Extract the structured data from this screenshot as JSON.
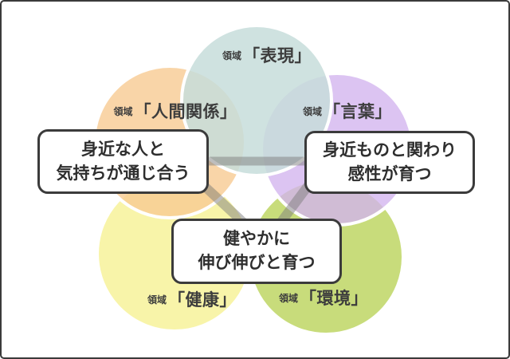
{
  "frame": {
    "border_color": "#3a3a3a",
    "background": "#ffffff"
  },
  "domains": [
    {
      "id": "hyogen",
      "prefix": "領域",
      "name": "「表現」",
      "color": "#c7dddb"
    },
    {
      "id": "ningen-kankei",
      "prefix": "領域",
      "name": "「人間関係」",
      "color": "#f8cb92"
    },
    {
      "id": "kotoba",
      "prefix": "領域",
      "name": "「言葉」",
      "color": "#d2b4ee"
    },
    {
      "id": "kenko",
      "prefix": "領域",
      "name": "「健康」",
      "color": "#f7f29a"
    },
    {
      "id": "kankyo",
      "prefix": "領域",
      "name": "「環境」",
      "color": "#bcd45e"
    }
  ],
  "boxes": [
    {
      "id": "left",
      "line1": "身近な人と",
      "line2": "気持ちが通じ合う"
    },
    {
      "id": "right",
      "line1": "身近ものと関わり",
      "line2": "感性が育つ"
    },
    {
      "id": "center",
      "line1": "健やかに",
      "line2": "伸び伸びと育つ"
    }
  ],
  "connectors": {
    "color": "#7d7d7d"
  }
}
